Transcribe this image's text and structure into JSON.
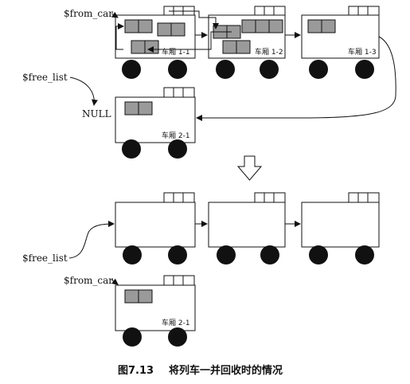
{
  "labels": {
    "from_car_top": "$from_car",
    "free_list_top": "$free_list",
    "null_text": "NULL",
    "free_list_bottom": "$free_list",
    "from_car_bottom": "$from_car"
  },
  "cars": {
    "c11": "车厢 1-1",
    "c12": "车厢 1-2",
    "c13": "车厢 1-3",
    "c21": "车厢 2-1",
    "c21b": "车厢 2-1"
  },
  "caption": {
    "figure": "图7.13",
    "text": "将列车一并回收时的情况"
  }
}
